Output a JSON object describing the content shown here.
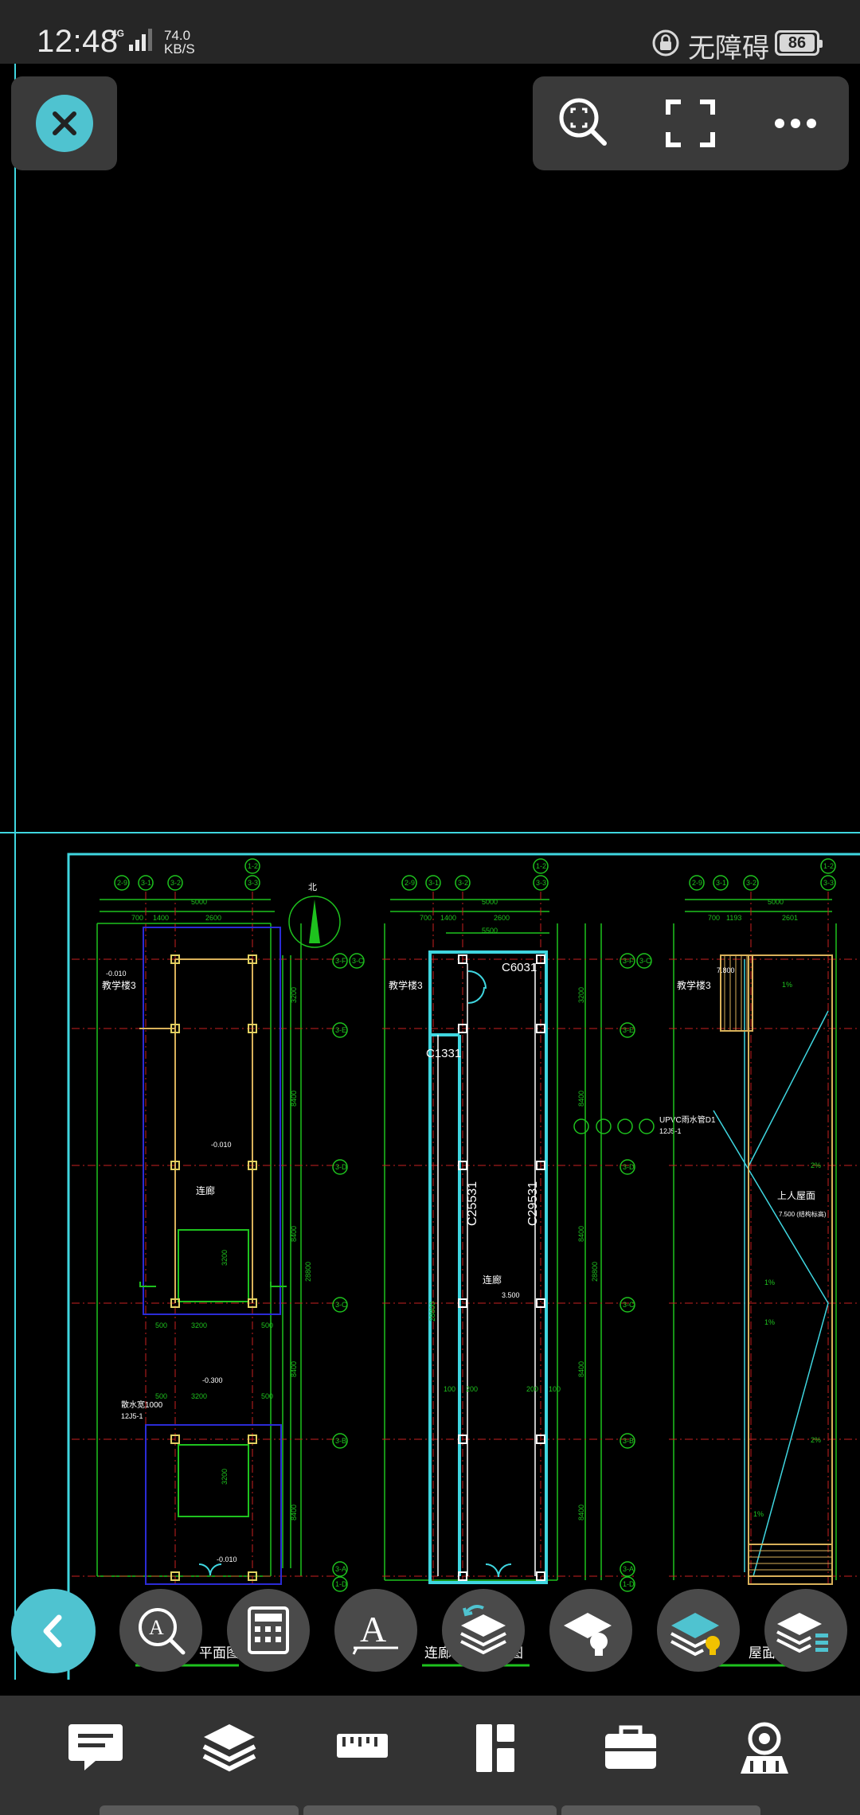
{
  "status_bar": {
    "time": "12:48",
    "network": "4G",
    "speed_value": "74.0",
    "speed_unit": "KB/S",
    "accessibility_label": "无障碍",
    "battery": "86"
  },
  "toolbar_top": {
    "close": "close-icon",
    "tools": [
      "zoom-extents-icon",
      "fullscreen-icon",
      "more-icon"
    ]
  },
  "drawing": {
    "compass_label": "北",
    "building_label": "教学楼3",
    "corridor_label": "连廊",
    "window_tag_1": "C6031",
    "window_tag_2": "C1331",
    "column_tag_1": "C25531",
    "column_tag_2": "C29531",
    "roof_label": "上人屋面",
    "roof_note": "7.500 (结构标高)",
    "drain_note": "UPVC雨水管D1",
    "drain_note_ref": "12J5-1",
    "scatter_note": "散水宽1000",
    "scatter_ref": "12J5-1",
    "level_1": "-0.010",
    "level_2": "-0.300",
    "level_3": "3.500",
    "dim_5000": "5000",
    "dim_700": "700",
    "dim_1400": "1400",
    "dim_2600": "2600",
    "dim_3200": "3200",
    "dim_500": "500",
    "dim_8400": "8400",
    "dim_5500": "5500",
    "dim_28800": "28800",
    "dim_7800": "7.800",
    "slope": "1%",
    "slope2": "2%",
    "caption_1": "平面图",
    "caption_2": "连廊",
    "caption_2b": "图",
    "caption_3": "屋面排",
    "axis_tags": [
      "2-9",
      "3-1",
      "3-2",
      "1-2",
      "3-3"
    ],
    "row_tags": [
      "3-F",
      "3-C",
      "3-E",
      "3-D",
      "3-C",
      "3-B",
      "3-A",
      "1-D"
    ],
    "highlight_color": "#3fd6e0",
    "line_color": "#1ec21e"
  },
  "floating_tools": [
    "find-text-icon",
    "calculator-icon",
    "text-annotation-icon",
    "layer-restore-icon",
    "layer-light-icon",
    "layer-color-icon",
    "layer-list-icon"
  ],
  "bottom_nav": [
    "comment-icon",
    "layers-icon",
    "measure-icon",
    "dashboard-icon",
    "toolbox-icon",
    "visitor-icon"
  ]
}
